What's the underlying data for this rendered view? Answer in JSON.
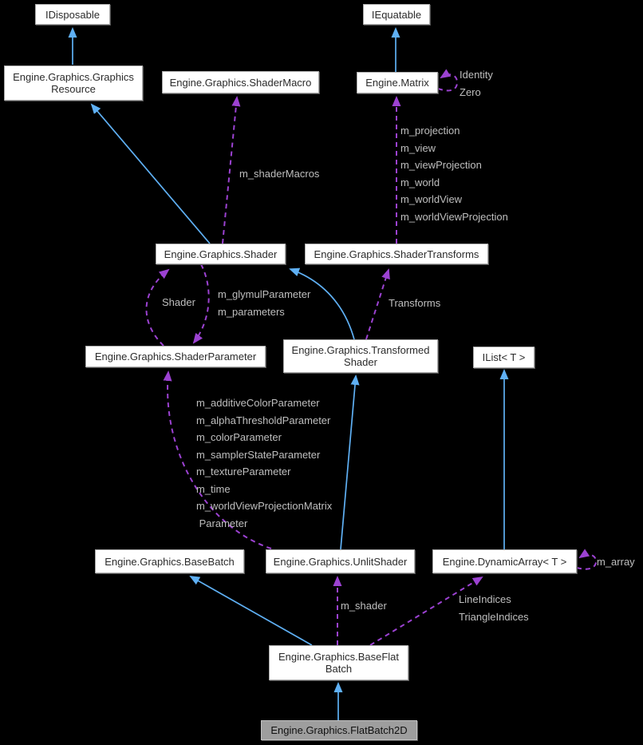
{
  "diagram": {
    "nodes": {
      "idisposable": {
        "label": "IDisposable"
      },
      "graphics_resource": {
        "label": "Engine.Graphics.Graphics\nResource"
      },
      "shader_macro": {
        "label": "Engine.Graphics.ShaderMacro"
      },
      "iequatable": {
        "label": "IEquatable"
      },
      "matrix": {
        "label": "Engine.Matrix"
      },
      "shader": {
        "label": "Engine.Graphics.Shader"
      },
      "shader_transforms": {
        "label": "Engine.Graphics.ShaderTransforms"
      },
      "shader_parameter": {
        "label": "Engine.Graphics.ShaderParameter"
      },
      "transformed_shader": {
        "label": "Engine.Graphics.Transformed\nShader"
      },
      "ilist": {
        "label": "IList< T >"
      },
      "base_batch": {
        "label": "Engine.Graphics.BaseBatch"
      },
      "unlit_shader": {
        "label": "Engine.Graphics.UnlitShader"
      },
      "dynamic_array": {
        "label": "Engine.DynamicArray< T >"
      },
      "base_flat_batch": {
        "label": "Engine.Graphics.BaseFlat\nBatch"
      },
      "flat_batch_2d": {
        "label": "Engine.Graphics.FlatBatch2D"
      }
    },
    "edge_labels": {
      "shader_macros": "m_shaderMacros",
      "matrix_members": "m_projection\nm_view\nm_viewProjection\nm_world\nm_worldView\nm_worldViewProjection",
      "matrix_self": "Identity\nZero",
      "shader_ref": "Shader",
      "shader_params": "m_glymulParameter\nm_parameters",
      "transforms": "Transforms",
      "unlit_params": "m_additiveColorParameter\nm_alphaThresholdParameter\nm_colorParameter\nm_samplerStateParameter\nm_textureParameter\nm_time\nm_worldViewProjectionMatrix\n Parameter",
      "m_shader": "m_shader",
      "indices": "LineIndices\nTriangleIndices",
      "m_array": "m_array"
    },
    "colors": {
      "background": "#000000",
      "inheritance_edge": "#5fb0f4",
      "usage_edge": "#9c42d2",
      "edge_label": "#bfbfbf",
      "node_fill": "#ffffff",
      "node_text": "#2b2b2b",
      "focus_node_fill": "#9e9e9e"
    }
  }
}
